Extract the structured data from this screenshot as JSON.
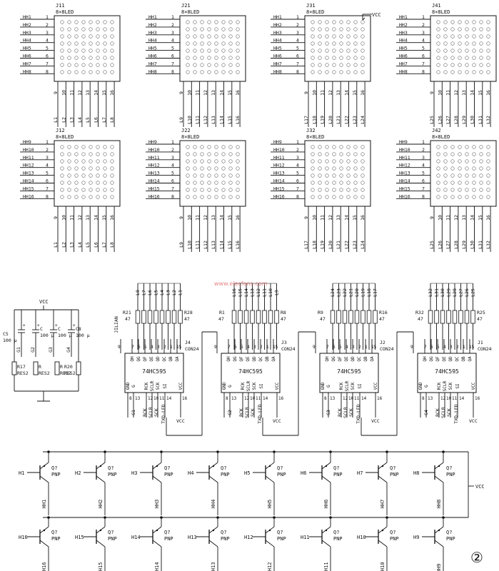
{
  "modules": [
    {
      "ref": "J11",
      "label": "8×8LED",
      "rows": [
        "HH1",
        "HH2",
        "HH3",
        "HH4",
        "HH5",
        "HH6",
        "HH7",
        "HH8"
      ],
      "cols": [
        "L1",
        "L2",
        "L3",
        "L4",
        "L5",
        "L6",
        "L7",
        "L8"
      ]
    },
    {
      "ref": "J21",
      "label": "8×8LED",
      "rows": [
        "HH1",
        "HH2",
        "HH3",
        "HH4",
        "HH5",
        "HH6",
        "HH7",
        "HH8"
      ],
      "cols": [
        "L9",
        "L10",
        "L11",
        "L12",
        "L13",
        "L14",
        "L15",
        "L16"
      ]
    },
    {
      "ref": "J31",
      "label": "8×8LED",
      "rows": [
        "HH1",
        "HH2",
        "HH3",
        "HH4",
        "HH5",
        "HH6",
        "HH7",
        "HH8"
      ],
      "cols": [
        "L17",
        "L18",
        "L19",
        "L20",
        "L21",
        "L22",
        "L23",
        "L24"
      ],
      "vcc": "VCC"
    },
    {
      "ref": "J41",
      "label": "8×8LED",
      "rows": [
        "HH1",
        "HH2",
        "HH3",
        "HH4",
        "HH5",
        "HH6",
        "HH7",
        "HH8"
      ],
      "cols": [
        "L25",
        "L26",
        "L27",
        "L28",
        "L29",
        "L30",
        "L31",
        "L32"
      ]
    },
    {
      "ref": "J12",
      "label": "8×8LED",
      "rows": [
        "HH9",
        "HH10",
        "HH11",
        "HH12",
        "HH13",
        "HH14",
        "HH15",
        "HH16"
      ],
      "cols": [
        "L1",
        "L2",
        "L3",
        "L4",
        "L5",
        "L6",
        "L7",
        "L8"
      ]
    },
    {
      "ref": "J22",
      "label": "8×8LED",
      "rows": [
        "HH9",
        "HH10",
        "HH11",
        "HH12",
        "HH13",
        "HH14",
        "HH15",
        "HH16"
      ],
      "cols": [
        "L9",
        "L10",
        "L11",
        "L12",
        "L13",
        "L14",
        "L15",
        "L16"
      ]
    },
    {
      "ref": "J32",
      "label": "8×8LED",
      "rows": [
        "HH9",
        "HH10",
        "HH11",
        "HH12",
        "HH13",
        "HH14",
        "HH15",
        "HH16"
      ],
      "cols": [
        "L17",
        "L18",
        "L19",
        "L20",
        "L21",
        "L22",
        "L23",
        "L24"
      ]
    },
    {
      "ref": "J42",
      "label": "8×8LED",
      "rows": [
        "HH9",
        "HH10",
        "HH11",
        "HH12",
        "HH13",
        "HH14",
        "HH15",
        "HH16"
      ],
      "cols": [
        "L25",
        "L26",
        "L27",
        "L28",
        "L29",
        "L30",
        "L31",
        "L32"
      ]
    }
  ],
  "row_pins": [
    "1",
    "2",
    "3",
    "4",
    "5",
    "6",
    "7",
    "8"
  ],
  "col_pins": [
    "9",
    "10",
    "11",
    "12",
    "13",
    "14",
    "15",
    "16"
  ],
  "power": {
    "vcc": "VCC",
    "caps": [
      {
        "ref": "C5",
        "val": "100 μ",
        "pin": "G1"
      },
      {
        "ref": "C",
        "val": "100 μ",
        "pin": "G2"
      },
      {
        "ref": "C",
        "val": "100 μ",
        "pin": "G3"
      },
      {
        "ref": "C8",
        "val": "100 μ",
        "pin": "G4"
      }
    ],
    "res": [
      {
        "ref": "R17",
        "val": "RES2"
      },
      {
        "ref": "R",
        "val": "RES2"
      },
      {
        "ref": "R",
        "val": "RES2"
      },
      {
        "ref": "R20",
        "val": "RES2"
      }
    ]
  },
  "drivers": [
    {
      "ref": "J4",
      "conn": "CON24",
      "chip": "74HC595",
      "rlo": "R21",
      "rhi": "R28",
      "rval": "47",
      "net": "JILIAN",
      "leds": [
        "L8",
        "L7",
        "L6",
        "L5",
        "L4",
        "L3",
        "L2",
        "L1"
      ],
      "g": "G1",
      "rck": "RCK",
      "sclr": "SCLR",
      "sck": "SCK",
      "txd": "TXD-LED",
      "vcc": "VCC"
    },
    {
      "ref": "J3",
      "conn": "CON24",
      "chip": "74HC595",
      "rlo": "R1",
      "rhi": "R8",
      "rval": "47",
      "net": "",
      "leds": [
        "L16",
        "L15",
        "L14",
        "L13",
        "L12",
        "L11",
        "L10",
        "L9"
      ],
      "g": "G2",
      "rck": "RCK",
      "sclr": "SCLR",
      "sck": "SCK",
      "txd": "TXD-LED",
      "vcc": "VCC"
    },
    {
      "ref": "J2",
      "conn": "CON24",
      "chip": "74HC595",
      "rlo": "R9",
      "rhi": "R16",
      "rval": "47",
      "net": "",
      "leds": [
        "L24",
        "L23",
        "L22",
        "L21",
        "L20",
        "L19",
        "L18",
        "L17"
      ],
      "g": "G3",
      "rck": "RCK",
      "sclr": "SCLR",
      "sck": "SCK",
      "txd": "TXD-LED",
      "vcc": "VCC"
    },
    {
      "ref": "J1",
      "conn": "CON24",
      "chip": "74HC595",
      "rlo": "R32",
      "rhi": "R25",
      "rval": "47",
      "net": "",
      "leds": [
        "L32",
        "L31",
        "L30",
        "L29",
        "L28",
        "L27",
        "L26",
        "L25"
      ],
      "g": "G4",
      "rck": "RCK",
      "sclr": "SCLR",
      "sck": "SCK",
      "txd": "TXD-LED",
      "vcc": "VCC"
    }
  ],
  "ic_pins_top": [
    "QH",
    "QG",
    "QF",
    "QE",
    "QD",
    "QC",
    "QB",
    "QA"
  ],
  "ic_pinnums_top": [
    "7",
    "6",
    "5",
    "4",
    "3",
    "2",
    "1",
    "15"
  ],
  "ic_pins_bottom": [
    "GND",
    "G",
    "RCK",
    "SCLR",
    "SCK",
    "SI",
    "VCC"
  ],
  "ic_pinnums_bottom": [
    "8",
    "13",
    "12",
    "10",
    "11",
    "14",
    "16"
  ],
  "ic_pin9": "9",
  "transistors_top": [
    {
      "base": "H1",
      "q": "Q?",
      "type": "PNP",
      "out": "HH1"
    },
    {
      "base": "H2",
      "q": "Q?",
      "type": "PNP",
      "out": "HH2"
    },
    {
      "base": "H3",
      "q": "Q?",
      "type": "PNP",
      "out": "HH3"
    },
    {
      "base": "H4",
      "q": "Q?",
      "type": "PNP",
      "out": "HH4"
    },
    {
      "base": "H5",
      "q": "Q?",
      "type": "PNP",
      "out": "HH5"
    },
    {
      "base": "H6",
      "q": "Q?",
      "type": "PNP",
      "out": "HH6"
    },
    {
      "base": "H7",
      "q": "Q?",
      "type": "PNP",
      "out": "HH7"
    },
    {
      "base": "H8",
      "q": "Q?",
      "type": "PNP",
      "out": "HH8"
    }
  ],
  "transistors_bottom": [
    {
      "base": "H16",
      "q": "Q?",
      "type": "PNP",
      "out": "HH16"
    },
    {
      "base": "H15",
      "q": "Q?",
      "type": "PNP",
      "out": "HH15"
    },
    {
      "base": "H14",
      "q": "Q?",
      "type": "PNP",
      "out": "HH14"
    },
    {
      "base": "H13",
      "q": "Q?",
      "type": "PNP",
      "out": "HH13"
    },
    {
      "base": "H12",
      "q": "Q?",
      "type": "PNP",
      "out": "HH12"
    },
    {
      "base": "H11",
      "q": "Q?",
      "type": "PNP",
      "out": "HH11"
    },
    {
      "base": "H10",
      "q": "Q?",
      "type": "PNP",
      "out": "HH10"
    },
    {
      "base": "H9",
      "q": "Q?",
      "type": "PNP",
      "out": "HH9"
    }
  ],
  "trans_vcc": "VCC",
  "figure_number": "②",
  "watermark": "www.elecfans.com"
}
